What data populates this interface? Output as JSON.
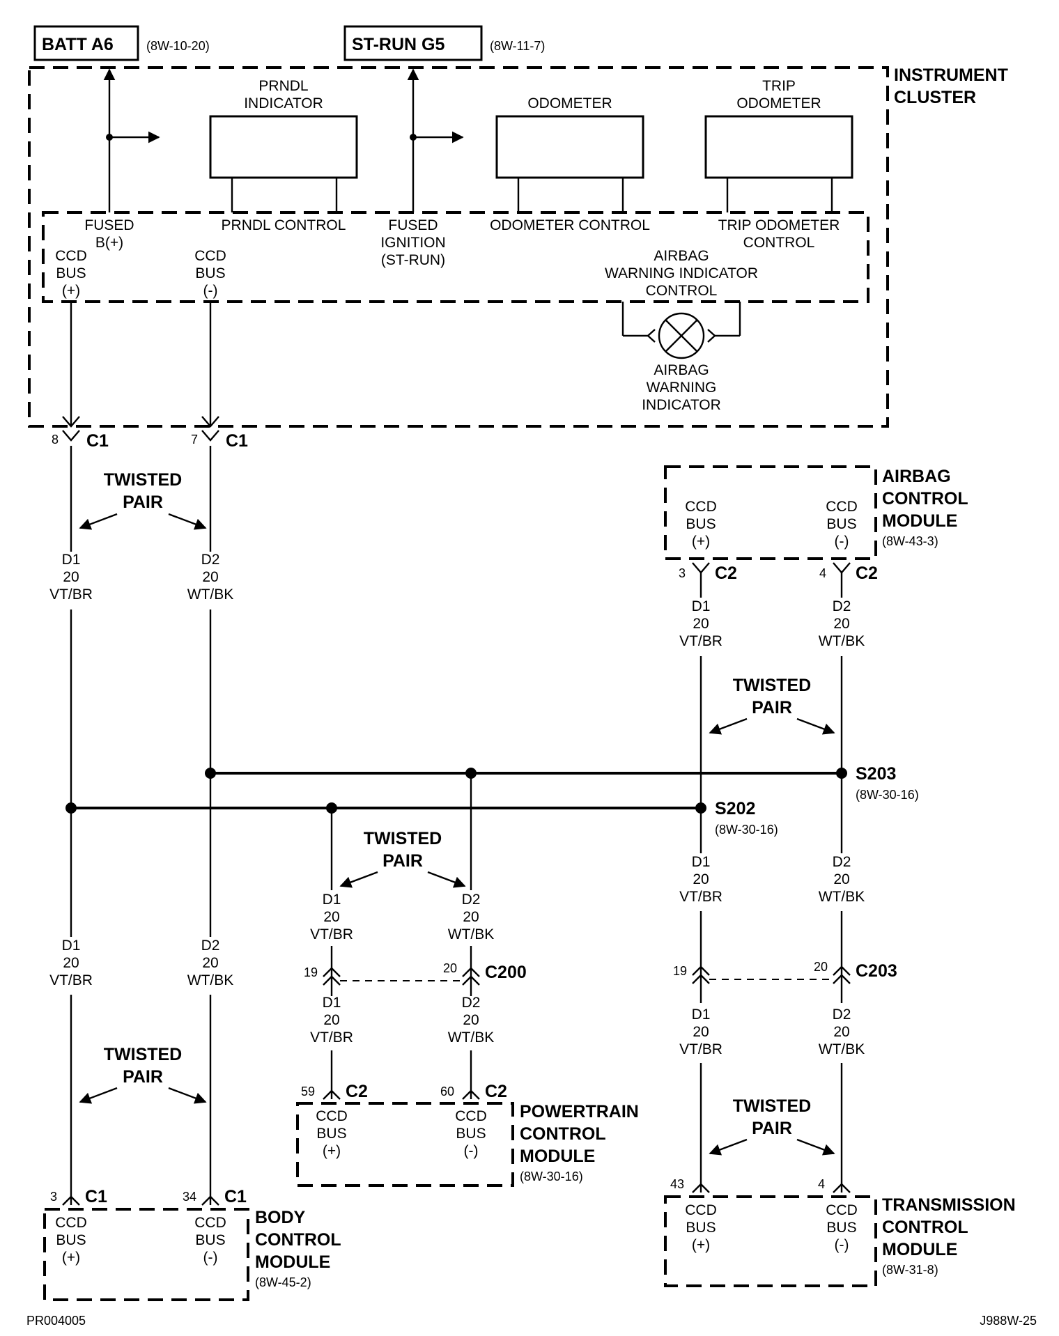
{
  "sources": {
    "batt": {
      "label": "BATT A6",
      "ref": "(8W-10-20)"
    },
    "strun": {
      "label": "ST-RUN G5",
      "ref": "(8W-11-7)"
    }
  },
  "cluster": {
    "name1": "INSTRUMENT",
    "name2": "CLUSTER",
    "prndl": [
      "PRNDL",
      "INDICATOR"
    ],
    "odometer": "ODOMETER",
    "trip": [
      "TRIP",
      "ODOMETER"
    ],
    "fused_b": [
      "FUSED",
      "B(+)"
    ],
    "prndl_control": "PRNDL CONTROL",
    "fused_ign": [
      "FUSED",
      "IGNITION",
      "(ST-RUN)"
    ],
    "odo_control": "ODOMETER CONTROL",
    "trip_control": [
      "TRIP ODOMETER",
      "CONTROL"
    ],
    "ccd_pos": [
      "CCD",
      "BUS",
      "(+)"
    ],
    "ccd_neg": [
      "CCD",
      "BUS",
      "(-)"
    ],
    "airbag_ctrl": [
      "AIRBAG",
      "WARNING INDICATOR",
      "CONTROL"
    ],
    "airbag_lamp": [
      "AIRBAG",
      "WARNING",
      "INDICATOR"
    ],
    "pin_pos": "8",
    "pin_neg": "7",
    "conn": "C1"
  },
  "twisted_pair": [
    "TWISTED",
    "PAIR"
  ],
  "wires": {
    "d1": [
      "D1",
      "20",
      "VT/BR"
    ],
    "d2": [
      "D2",
      "20",
      "WT/BK"
    ]
  },
  "splices": {
    "s202": {
      "label": "S202",
      "ref": "(8W-30-16)"
    },
    "s203": {
      "label": "S203",
      "ref": "(8W-30-16)"
    }
  },
  "acm": {
    "name": [
      "AIRBAG",
      "CONTROL",
      "MODULE"
    ],
    "ref": "(8W-43-3)",
    "pin_pos": "3",
    "pin_neg": "4",
    "conn": "C2"
  },
  "pcm": {
    "name": [
      "POWERTRAIN",
      "CONTROL",
      "MODULE"
    ],
    "ref": "(8W-30-16)",
    "pin_pos": "59",
    "pin_neg": "60",
    "conn": "C2",
    "inline_conn": "C200",
    "inline_pos": "19",
    "inline_neg": "20"
  },
  "bcm": {
    "name": [
      "BODY",
      "CONTROL",
      "MODULE"
    ],
    "ref": "(8W-45-2)",
    "pin_pos": "3",
    "pin_neg": "34",
    "conn": "C1"
  },
  "tcm": {
    "name": [
      "TRANSMISSION",
      "CONTROL",
      "MODULE"
    ],
    "ref": "(8W-31-8)",
    "pin_pos": "43",
    "pin_neg": "4",
    "inline_conn": "C203",
    "inline_pos": "19",
    "inline_neg": "20"
  },
  "footer": {
    "left": "PR004005",
    "right": "J988W-25"
  }
}
